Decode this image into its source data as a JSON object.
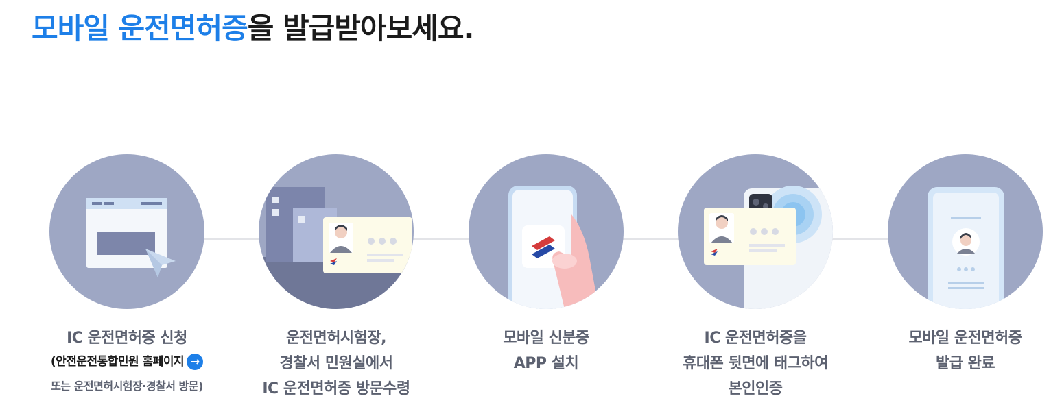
{
  "title": {
    "highlight": "모바일 운전면허증",
    "rest": "을 발급받아보세요."
  },
  "colors": {
    "accent": "#1d7fe8",
    "circle": "#9ea7c4",
    "text": "#5c6170"
  },
  "steps": [
    {
      "lines": [
        "IC 운전면허증 신청"
      ],
      "note": "(안전운전통합민원 홈페이지",
      "note2": "또는 운전면허시험장·경찰서 방문)",
      "icon": "browser-window-icon"
    },
    {
      "lines": [
        "운전면허시험장,",
        "경찰서 민원실에서",
        "IC 운전면허증 방문수령"
      ],
      "icon": "building-id-card-icon"
    },
    {
      "lines": [
        "모바일 신분증",
        "APP 설치"
      ],
      "icon": "phone-app-icon"
    },
    {
      "lines": [
        "IC 운전면허증을",
        "휴대폰 뒷면에 태그하여",
        "본인인증"
      ],
      "icon": "nfc-tag-icon"
    },
    {
      "lines": [
        "모바일 운전면허증",
        "발급 완료"
      ],
      "icon": "mobile-license-icon"
    }
  ]
}
